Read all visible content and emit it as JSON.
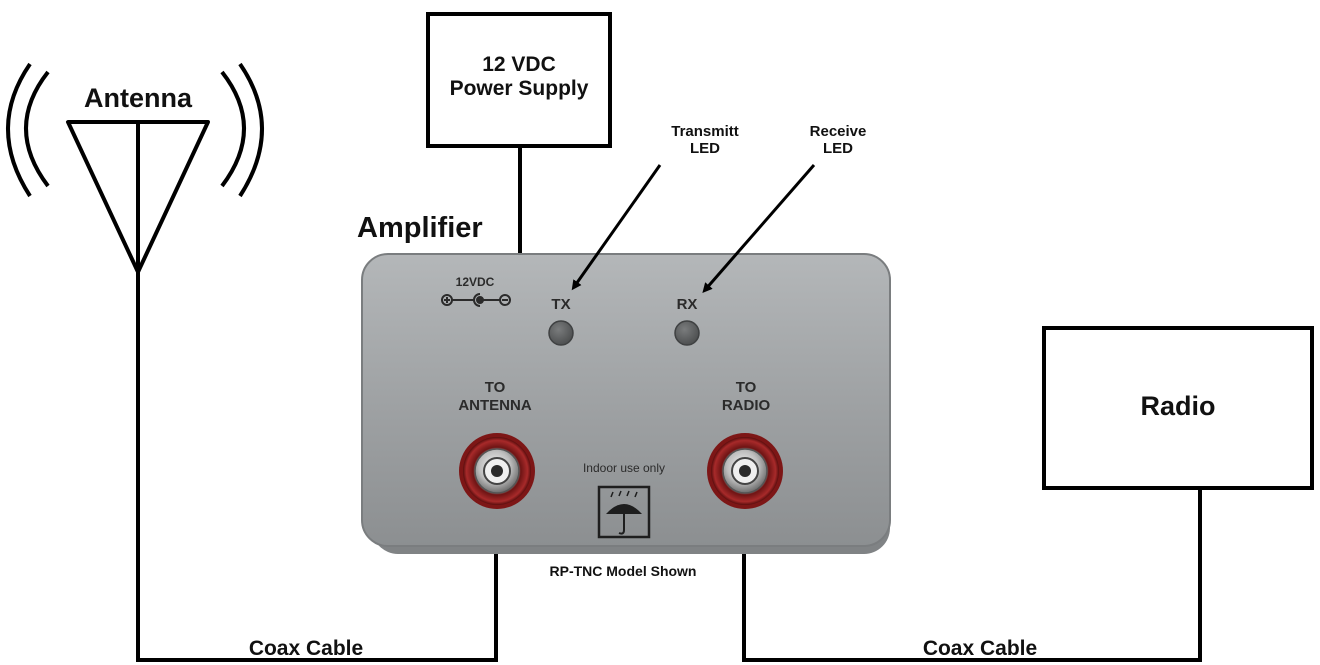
{
  "antenna": {
    "label": "Antenna"
  },
  "power_supply": {
    "line1": "12 VDC",
    "line2": "Power Supply"
  },
  "amplifier": {
    "title": "Amplifier",
    "dc_jack_label": "12VDC",
    "tx_label": "TX",
    "rx_label": "RX",
    "to_antenna_line1": "TO",
    "to_antenna_line2": "ANTENNA",
    "to_radio_line1": "TO",
    "to_radio_line2": "RADIO",
    "indoor_label": "Indoor use only",
    "model_caption": "RP-TNC Model Shown"
  },
  "callouts": {
    "transmit_line1": "Transmitt",
    "transmit_line2": "LED",
    "receive_line1": "Receive",
    "receive_line2": "LED"
  },
  "radio": {
    "label": "Radio"
  },
  "cables": {
    "left_label": "Coax Cable",
    "right_label": "Coax Cable"
  },
  "colors": {
    "enclosure": "#9ea1a3",
    "enclosure_edge": "#7f8284",
    "led": "#5b5d5e",
    "connector_red": "#8a1d1d",
    "line": "#000000"
  }
}
